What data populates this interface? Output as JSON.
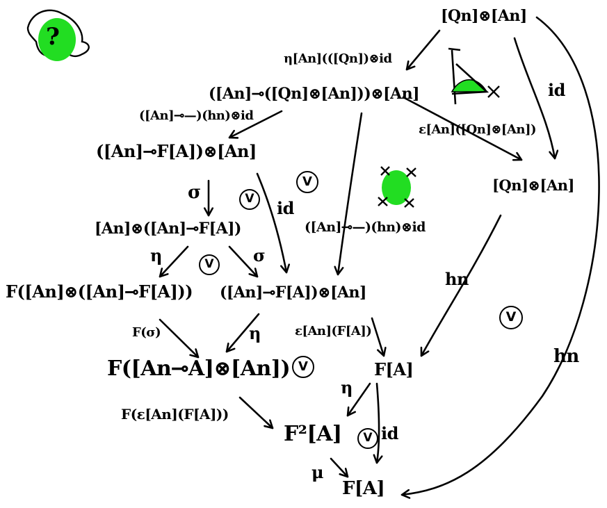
{
  "nodes": {
    "top_right": "[Qn]⊗[An]",
    "closed_hom": "([An]⊸([Qn]⊗[An]))⊗[An]",
    "left_hom": "([An]⊸F[A])⊗[An]",
    "right_mid": "[Qn]⊗[An]",
    "tensor_hom": "[An]⊗([An]⊸F[A])",
    "f_tensor_hom": "F([An]⊗([An]⊸F[A]))",
    "hom_tensor": "([An]⊸F[A])⊗[An]",
    "f_hom_tensor": "F([An⊸A]⊗[An])",
    "fa_mid": "F[A]",
    "f2a": "F²[A]",
    "fa_bottom": "F[A]"
  },
  "labels": {
    "eta_top": "η[An](([Qn])⊗id",
    "hom_hn_left": "([An]⊸—)(hn)⊗id",
    "epsilon_top": "ε[An]([Qn]⊗[An])",
    "id_right": "id",
    "sigma_left": "σ",
    "id_mid": "id",
    "hom_hn_mid": "([An]⊸—)(hn)⊗id",
    "eta_left": "η",
    "sigma_mid": "σ",
    "hn_mid": "hn",
    "f_sigma": "F(σ)",
    "eta_mid": "η",
    "epsilon_mid": "ε[An](F[A])",
    "hn_far": "hn",
    "eta_low": "η",
    "f_epsilon": "F(ε[An](F[A]))",
    "id_low": "id",
    "mu": "μ"
  },
  "check_mark": "V",
  "question_mark": "?",
  "colors": {
    "ink": "#000000",
    "highlight": "#22dd22",
    "paper": "#ffffff"
  }
}
